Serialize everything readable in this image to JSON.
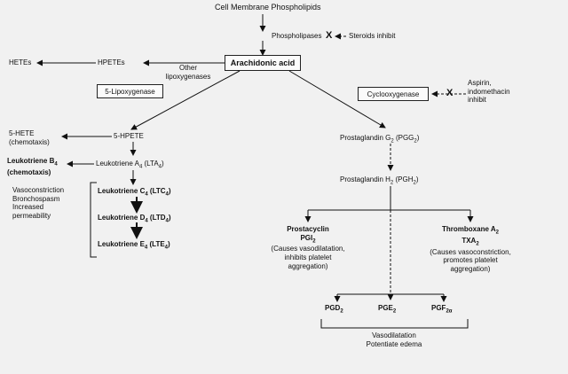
{
  "nodes": {
    "cell_membrane": "Cell Membrane Phospholipids",
    "phospholipases": "Phospholipases",
    "steroids_inhibit": "Steroids inhibit",
    "arachidonic_acid": "Arachidonic acid",
    "hpetes": "HPETEs",
    "hetes": "HETEs",
    "other_lipoxygenases_1": "Other",
    "other_lipoxygenases_2": "lipoxygenases",
    "lipoxygenase_5": "5-Lipoxygenase",
    "cyclooxygenase": "Cyclooxygenase",
    "aspirin_1": "Aspirin,",
    "aspirin_2": "indomethacin",
    "aspirin_3": "inhibit",
    "hpete_5": "5-HPETE",
    "hete_5": "5-HETE",
    "hete_5_note": "(chemotaxis)",
    "ltb4_1": "Leukotriene B",
    "ltb4_sub": "4",
    "ltb4_2": "(chemotaxis)",
    "lta4_main": "Leukotriene A",
    "lta4_sub": "4",
    "lta4_abbr": "(LTA",
    "lta4_abbr_sub": "4",
    "lta4_close": ")",
    "vaso_1": "Vasoconstriction",
    "vaso_2": "Bronchospasm",
    "vaso_3": "Increased",
    "vaso_4": "permeability",
    "ltc4_main": "Leukotriene C",
    "ltc4_sub": "4",
    "ltc4_abbr": "(LTC",
    "ltc4_abbr_sub": "4",
    "ltc4_close": ")",
    "ltd4_main": "Leukotriene D",
    "ltd4_sub": "4",
    "ltd4_abbr": "(LTD",
    "ltd4_abbr_sub": "4",
    "ltd4_close": ")",
    "lte4_main": "Leukotriene E",
    "lte4_sub": "4",
    "lte4_abbr": "(LTE",
    "lte4_abbr_sub": "4",
    "lte4_close": ")",
    "pgg2_main": "Prostaglandin G",
    "pgg2_sub": "2",
    "pgg2_abbr": "(PGG",
    "pgg2_abbr_sub": "2",
    "pgg2_close": ")",
    "pgh2_main": "Prostaglandin H",
    "pgh2_sub": "2",
    "pgh2_abbr": "(PGH",
    "pgh2_abbr_sub": "2",
    "pgh2_close": ")",
    "prostacyclin": "Prostacyclin",
    "pgi2": "PGI",
    "pgi2_sub": "2",
    "prostacyclin_note_1": "(Causes vasodilatation,",
    "prostacyclin_note_2": "inhibits platelet",
    "prostacyclin_note_3": "aggregation)",
    "thromboxane": "Thromboxane A",
    "thromboxane_sub": "2",
    "txa2": "TXA",
    "txa2_sub": "2",
    "thromboxane_note_1": "(Causes vasoconstriction,",
    "thromboxane_note_2": "promotes platelet",
    "thromboxane_note_3": "aggregation)",
    "pgd2": "PGD",
    "pgd2_sub": "2",
    "pge2": "PGE",
    "pge2_sub": "2",
    "pgf2a": "PGF",
    "pgf2a_sub": "2α",
    "bottom_1": "Vasodilatation",
    "bottom_2": "Potentiate edema",
    "x_mark": "X"
  }
}
